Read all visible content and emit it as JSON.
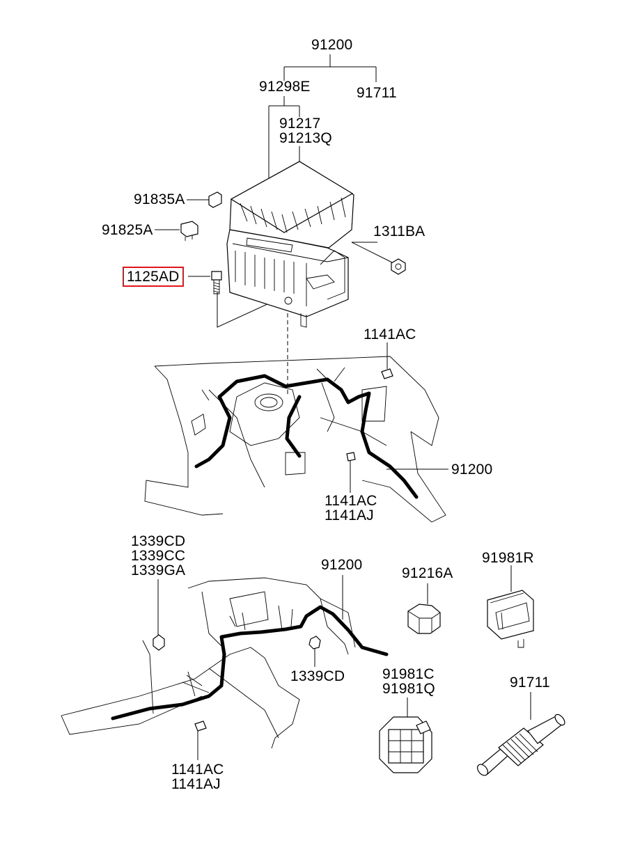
{
  "labels": {
    "top_assembly": "91200",
    "fuse_box_cover": "91298E",
    "connector_top_right": "91711",
    "relay_box_1": "91217",
    "relay_box_2": "91213Q",
    "fuse_a": "91835A",
    "fuse_b": "91825A",
    "nut_right": "1311BA",
    "bolt_highlighted": "1125AD",
    "bolt_upper": "1141AC",
    "harness_middle": "91200",
    "bolt_mid_1": "1141AC",
    "bolt_mid_2": "1141AJ",
    "clip_1": "1339CD",
    "clip_2": "1339CC",
    "clip_3": "1339GA",
    "harness_lower": "91200",
    "relay_small": "91216A",
    "holder": "91981R",
    "nut_lower": "1339CD",
    "connector_1": "91981C",
    "connector_2": "91981Q",
    "grommet": "91711",
    "bolt_lower_1": "1141AC",
    "bolt_lower_2": "1141AJ"
  },
  "highlight_color": "#e0161b"
}
